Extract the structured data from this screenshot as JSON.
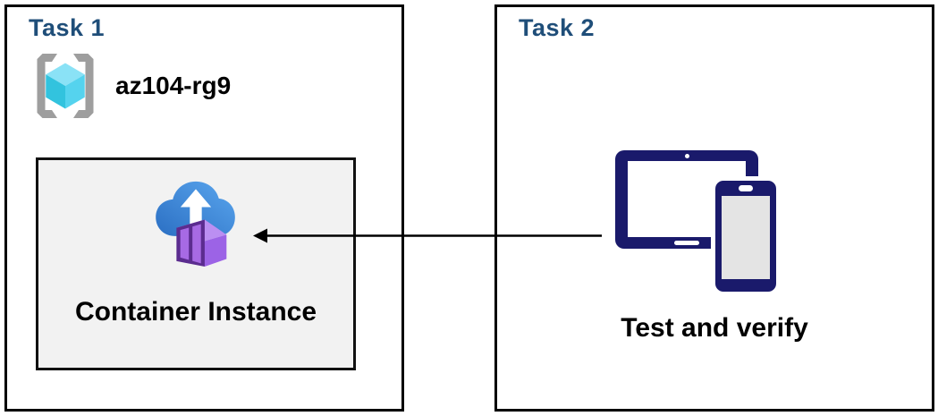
{
  "task1": {
    "title": "Task 1",
    "resource_group": {
      "name": "az104-rg9"
    },
    "container": {
      "label": "Container Instance"
    }
  },
  "task2": {
    "title": "Task 2",
    "caption": "Test and verify"
  },
  "icons": {
    "resource_group": "azure-resource-group-icon",
    "container_instance": "azure-container-instance-icon",
    "devices": "tablet-and-phone-icon"
  },
  "arrow": {
    "from": "devices",
    "to": "container-instance",
    "direction": "right-to-left"
  },
  "colors": {
    "title_text": "#1f4e79",
    "body_text": "#000000",
    "panel_border": "#000000",
    "inner_box_bg": "#f2f2f2",
    "inner_box_border": "#111111",
    "device_navy": "#1a1a6b",
    "cloud_blue_dark": "#2b6fc3",
    "cloud_blue_light": "#5aa6ee",
    "container_frame": "#5b2c8f",
    "container_panel": "#a76ae4",
    "container_top": "#bb8ff2",
    "container_side": "#9c63e6",
    "cube_top": "#8ae2f6",
    "cube_left": "#32c3de",
    "cube_right": "#55d3ee",
    "bracket_gray": "#9e9e9e",
    "arrow": "#000000"
  }
}
